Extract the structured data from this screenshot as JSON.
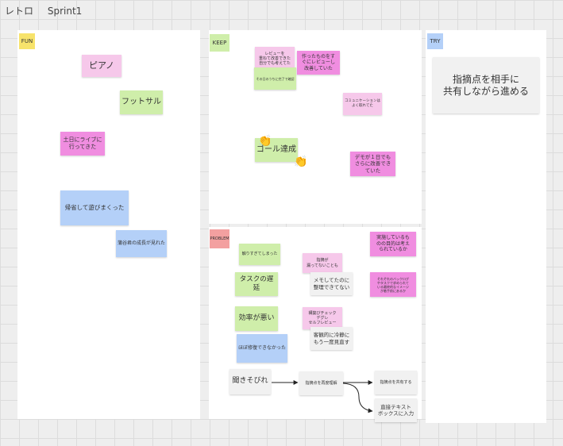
{
  "board": {
    "name": "レトロ",
    "sprint": "Sprint1"
  },
  "sections": {
    "fun": {
      "tag": "FUN",
      "tag_color": "#f7e36b"
    },
    "keep": {
      "tag": "KEEP",
      "tag_color": "#cfeeaa"
    },
    "problem": {
      "tag": "PROBLEM",
      "tag_color": "#f3a0a0"
    },
    "try": {
      "tag": "TRY",
      "tag_color": "#b4d0f8"
    }
  },
  "fun_notes": [
    "ピアノ",
    "フットサル",
    "土日にライブに\n行ってきた",
    "帰省して遊びまくった",
    "蒲谷君の成長が見れた"
  ],
  "keep_notes": [
    "レビューを\n重ねて改善できた\n自分でも考えてた",
    "作ったものをす\nぐにレビューし\n改善していた",
    "その日のうちに完了で確認",
    "コミュニケーションは\nよく取れてた",
    "ゴール達成",
    "デモが１日でも\nさらに改善でき\nていた"
  ],
  "problem_notes": [
    "触りすぎてしまった",
    "実施しているも\nのの目的は考え\nられているか",
    "指摘が\n漏ってないことも",
    "メモしてたのに\n整理できてない",
    "タスクの遅延",
    "それぞれのバックログ\nやタスクで求められて\nいる最終的なイメージ\nが着手前にあるか",
    "効率が悪い",
    "構築びチェック\nデグレ\nセルフレビュー",
    "客観的に冷静に\nもう一度見直す",
    "ほぼ修復できなかった",
    "聞きそびれ",
    "指摘点を再度理解",
    "指摘点を共有する",
    "直接テキスト\nボックスに入力"
  ],
  "try_notes": [
    "指摘点を相手に\n共有しながら進める"
  ],
  "reactions": {
    "icon": "clap-emoji",
    "glyph": "👏"
  }
}
